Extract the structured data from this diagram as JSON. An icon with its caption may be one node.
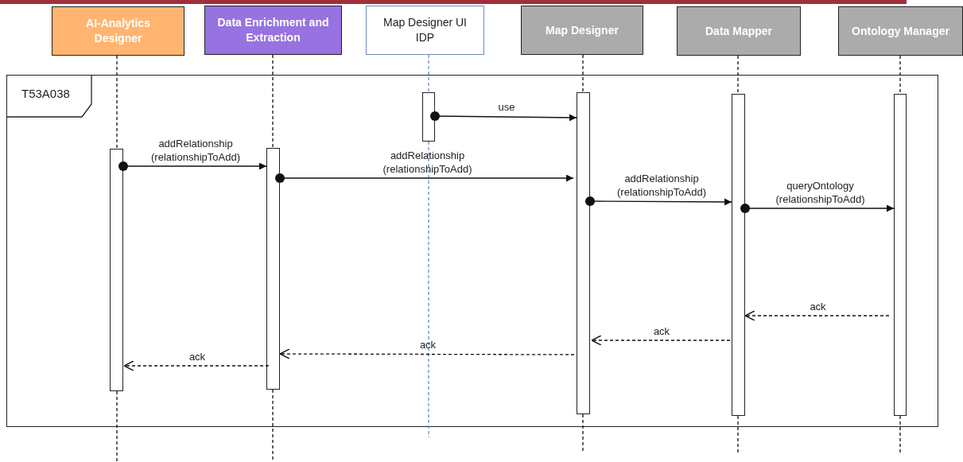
{
  "diagram": {
    "nodes": [
      {
        "text": [
          "AI-Analytics Designer"
        ]
      },
      {
        "text": [
          "Data Enrichment and Extraction"
        ]
      },
      {
        "text": [
          "Map Designer UI IDP"
        ]
      },
      {
        "text": [
          "Map Designer"
        ]
      },
      {
        "text": [
          "Data Mapper"
        ]
      },
      {
        "text": [
          "Ontology Manager"
        ]
      },
      {
        "text": [
          "T53A038"
        ]
      },
      {
        "text": [],
        "shape": "bar",
        "in": 6
      },
      {
        "text": [],
        "shape": "bar",
        "in": 6
      },
      {
        "text": [],
        "shape": "bar",
        "in": 6
      },
      {
        "text": [],
        "shape": "bar",
        "in": 6
      },
      {
        "text": [],
        "shape": "bar",
        "in": 6
      },
      {
        "text": [],
        "shape": "bar",
        "in": 6
      }
    ],
    "edges": [
      {
        "from": 0,
        "to": 7,
        "arrow": "none",
        "style": "dashed"
      },
      {
        "from": 1,
        "to": 8,
        "arrow": "none",
        "style": "dashed"
      },
      {
        "from": 2,
        "to": 9,
        "arrow": "none",
        "style": "dashed",
        "color": "#6c8ebf"
      },
      {
        "from": 3,
        "to": 10,
        "arrow": "none",
        "style": "dashed"
      },
      {
        "from": 4,
        "to": 11,
        "arrow": "none",
        "style": "dashed"
      },
      {
        "from": 5,
        "to": 12,
        "arrow": "none",
        "style": "dashed"
      },
      {
        "from": 9,
        "to": 10,
        "arrow": "to",
        "label": "use"
      },
      {
        "from": 7,
        "to": 8,
        "arrow": "to",
        "label": "addRelationship (relationshipToAdd)"
      },
      {
        "from": 8,
        "to": 10,
        "arrow": "to",
        "label": "addRelationship (relationshipToAdd)"
      },
      {
        "from": 10,
        "to": 11,
        "arrow": "to",
        "label": "addRelationship (relationshipToAdd)"
      },
      {
        "from": 11,
        "to": 12,
        "arrow": "to",
        "label": "queryOntology (relationshipToAdd)"
      },
      {
        "from": 12,
        "to": 11,
        "arrow": "to",
        "label": "ack",
        "style": "dashed"
      },
      {
        "from": 11,
        "to": 10,
        "arrow": "to",
        "label": "ack",
        "style": "dashed"
      },
      {
        "from": 10,
        "to": 8,
        "arrow": "to",
        "label": "ack",
        "style": "dashed"
      },
      {
        "from": 8,
        "to": 7,
        "arrow": "to",
        "label": "ack",
        "style": "dashed"
      }
    ]
  }
}
